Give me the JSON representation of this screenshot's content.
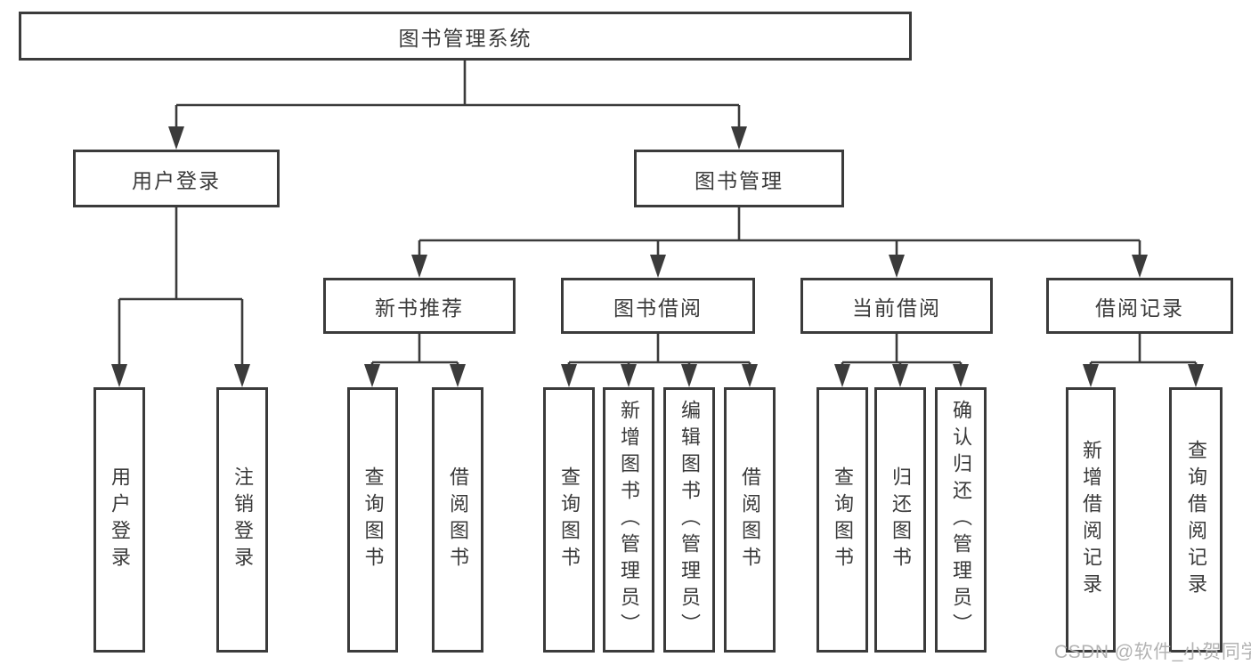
{
  "tree": {
    "label": "图书管理系统",
    "children": [
      {
        "label": "用户登录",
        "children": [
          {
            "label": "用户登录"
          },
          {
            "label": "注销登录"
          }
        ]
      },
      {
        "label": "图书管理",
        "children": [
          {
            "label": "新书推荐",
            "children": [
              {
                "label": "查询图书"
              },
              {
                "label": "借阅图书"
              }
            ]
          },
          {
            "label": "图书借阅",
            "children": [
              {
                "label": "查询图书"
              },
              {
                "label": "新增图书（管理员）"
              },
              {
                "label": "编辑图书（管理员）"
              },
              {
                "label": "借阅图书"
              }
            ]
          },
          {
            "label": "当前借阅",
            "children": [
              {
                "label": "查询图书"
              },
              {
                "label": "归还图书"
              },
              {
                "label": "确认归还（管理员）"
              }
            ]
          },
          {
            "label": "借阅记录",
            "children": [
              {
                "label": "新增借阅记录"
              },
              {
                "label": "查询借阅记录"
              }
            ]
          }
        ]
      }
    ]
  },
  "watermark": {
    "text": "CSDN @软件_小贺同学"
  },
  "colors": {
    "line": "#3b3b3b",
    "box_border": "#3b3b3b",
    "box_background": "#ffffff",
    "text": "#3a3a3a",
    "watermark": "#b3b3b3",
    "page_background": "#ffffff"
  }
}
